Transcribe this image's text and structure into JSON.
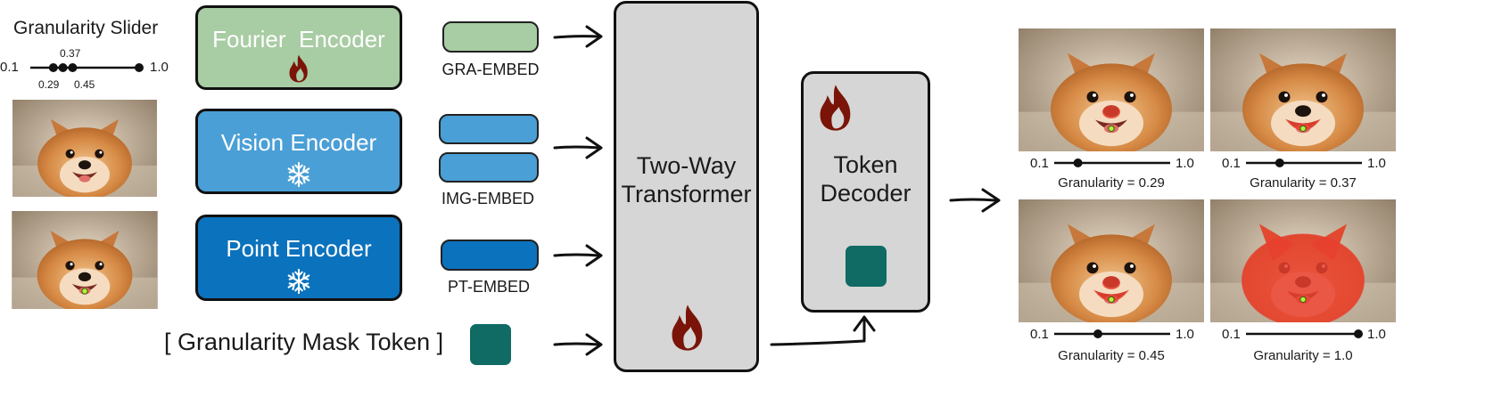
{
  "slider_panel": {
    "title": "Granularity Slider",
    "min_label": "0.1",
    "max_label": "1.0",
    "values": [
      0.29,
      0.37,
      0.45,
      1.0
    ],
    "labels_above": [
      "0.37"
    ],
    "labels_below": [
      "0.29",
      "0.45"
    ]
  },
  "encoders": {
    "fourier": {
      "label": "Fourier  Encoder",
      "color": "#a8cca3",
      "icon": "flame-icon"
    },
    "vision": {
      "label": "Vision Encoder",
      "color": "#4a9fd6",
      "icon": "snowflake-icon"
    },
    "point": {
      "label": "Point Encoder",
      "color": "#0b72bd",
      "icon": "snowflake-icon"
    }
  },
  "embeds": {
    "gra": {
      "label": "GRA-EMBED",
      "color": "#a8cca3"
    },
    "img": {
      "label": "IMG-EMBED",
      "color": "#4a9fd6"
    },
    "pt": {
      "label": "PT-EMBED",
      "color": "#0b72bd"
    }
  },
  "mask_token_label": "[ Granularity Mask Token ]",
  "token_color": "#0f6b63",
  "transformer": {
    "line1": "Two-Way",
    "line2": "Transformer",
    "icon": "flame-icon"
  },
  "decoder": {
    "line1": "Token",
    "line2": "Decoder",
    "icon": "flame-icon"
  },
  "flame_color": "#7a1408",
  "mask_color": "#e8402f",
  "outputs": [
    {
      "min_label": "0.1",
      "max_label": "1.0",
      "value": 0.29,
      "caption": "Granularity = 0.29",
      "mask": "nose"
    },
    {
      "min_label": "0.1",
      "max_label": "1.0",
      "value": 0.37,
      "caption": "Granularity = 0.37",
      "mask": "mouth"
    },
    {
      "min_label": "0.1",
      "max_label": "1.0",
      "value": 0.45,
      "caption": "Granularity = 0.45",
      "mask": "nose-mouth"
    },
    {
      "min_label": "0.1",
      "max_label": "1.0",
      "value": 1.0,
      "caption": "Granularity = 1.0",
      "mask": "full"
    }
  ]
}
